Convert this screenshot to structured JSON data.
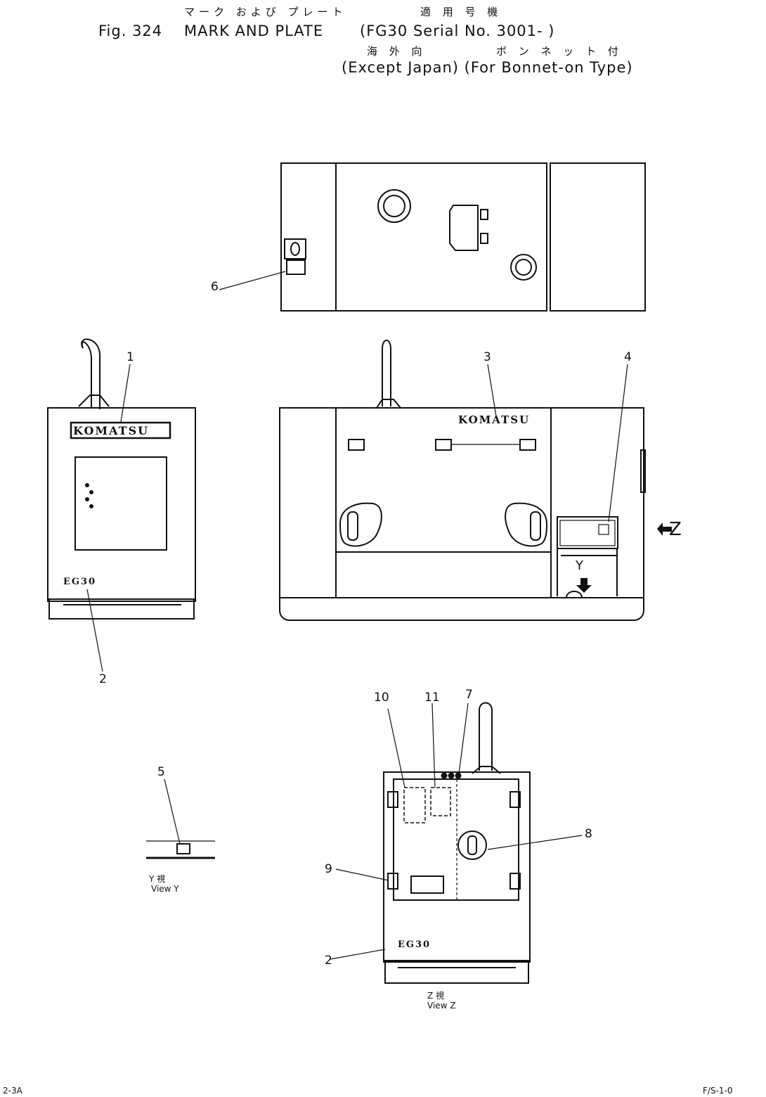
{
  "header": {
    "jp_line1_a": "マーク および プレート",
    "jp_line1_b": "適 用 号 機",
    "fig_label": "Fig. 324",
    "title": "MARK AND PLATE",
    "serial": "(FG30 Serial No. 3001- )",
    "jp_line3_a": "海 外 向",
    "jp_line3_b": "ボ ン ネ ッ ト 付",
    "note": "(Except Japan) (For Bonnet-on Type)"
  },
  "labels": {
    "brand_front": "KOMATSU",
    "brand_side": "KOMATSU",
    "model_front": "EG30",
    "model_rear": "EG30",
    "view_y_letter": "Y",
    "z_letter": "Z",
    "view_y_jp": "Y 視",
    "view_y_en": "View Y",
    "view_z_jp": "Z 視",
    "view_z_en": "View Z"
  },
  "callouts": [
    "1",
    "2",
    "3",
    "4",
    "5",
    "6",
    "7",
    "8",
    "9",
    "10",
    "11",
    "2"
  ],
  "footer": {
    "left": "2-3A",
    "right": "F/S-1-0"
  }
}
